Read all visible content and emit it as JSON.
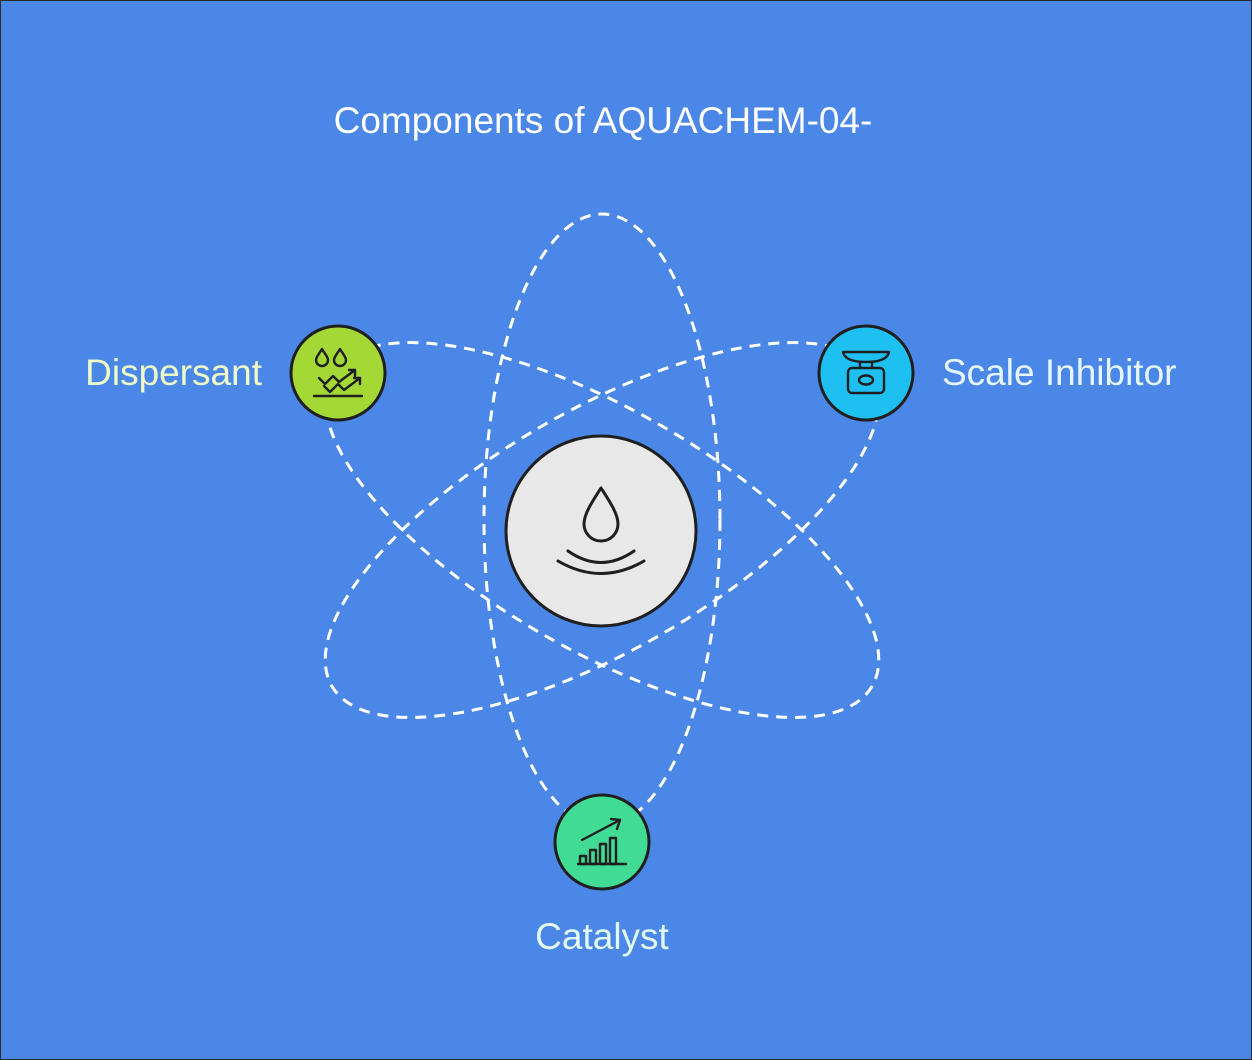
{
  "title": "Components of AQUACHEM-04-",
  "center": {
    "icon": "water-drop-icon",
    "fill": "#e8e8e8"
  },
  "components": [
    {
      "label": "Dispersant",
      "icon": "droplets-trend-icon",
      "color": "#a3d835",
      "text_color": "#eefcc8"
    },
    {
      "label": "Scale Inhibitor",
      "icon": "weighing-scale-icon",
      "color": "#1ec0f2",
      "text_color": "#e6f6ff"
    },
    {
      "label": "Catalyst",
      "icon": "rising-bar-chart-icon",
      "color": "#40dc96",
      "text_color": "#e1fbef"
    }
  ],
  "colors": {
    "background": "#4b87e6",
    "orbit": "#ffffff",
    "outline": "#1f1f1f"
  }
}
